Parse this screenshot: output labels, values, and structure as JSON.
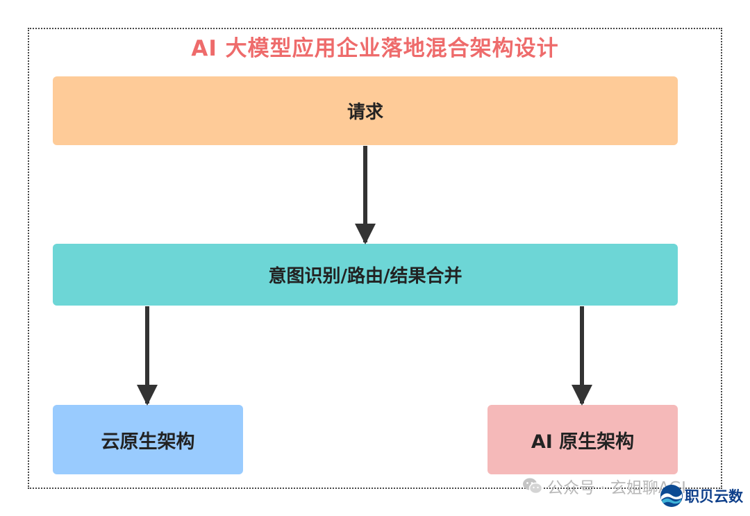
{
  "diagram": {
    "title": "AI 大模型应用企业落地混合架构设计",
    "nodes": {
      "request": {
        "label": "请求"
      },
      "router": {
        "label": "意图识别/路由/结果合并"
      },
      "cloud_native": {
        "label": "云原生架构"
      },
      "ai_native": {
        "label": "AI 原生架构"
      }
    },
    "edges": [
      {
        "from": "request",
        "to": "router"
      },
      {
        "from": "router",
        "to": "cloud_native"
      },
      {
        "from": "router",
        "to": "ai_native"
      }
    ]
  },
  "watermark": {
    "icon": "wechat-icon",
    "text": "公众号 · 玄姐聊AGI"
  },
  "brand": {
    "icon": "wave-logo-icon",
    "text": "职贝云数"
  },
  "colors": {
    "title": "#ee6b6b",
    "request_fill": "#fecb98",
    "router_fill": "#6dd6d6",
    "cloud_fill": "#99cbfe",
    "ai_fill": "#f5b9b9",
    "arrow": "#333333",
    "border": "#444444"
  }
}
